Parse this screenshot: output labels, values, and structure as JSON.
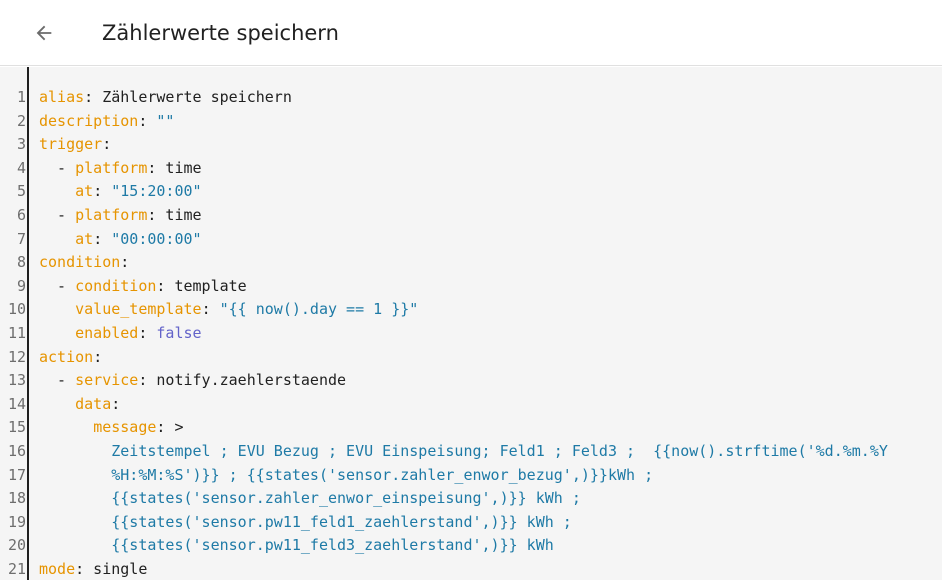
{
  "header": {
    "title": "Zählerwerte speichern",
    "back_icon": "arrow-left-icon"
  },
  "editor": {
    "lines": [
      {
        "num": "1",
        "indent": "",
        "key": "alias",
        "colon": ":",
        "value": " Zählerwerte speichern",
        "vtype": "t"
      },
      {
        "num": "2",
        "indent": "",
        "key": "description",
        "colon": ":",
        "value": " \"\"",
        "vtype": "s"
      },
      {
        "num": "3",
        "indent": "",
        "key": "trigger",
        "colon": ":",
        "value": "",
        "vtype": "t"
      },
      {
        "num": "4",
        "indent": "  - ",
        "key": "platform",
        "colon": ":",
        "value": " time",
        "vtype": "t"
      },
      {
        "num": "5",
        "indent": "    ",
        "key": "at",
        "colon": ":",
        "value": " \"15:20:00\"",
        "vtype": "s"
      },
      {
        "num": "6",
        "indent": "  - ",
        "key": "platform",
        "colon": ":",
        "value": " time",
        "vtype": "t"
      },
      {
        "num": "7",
        "indent": "    ",
        "key": "at",
        "colon": ":",
        "value": " \"00:00:00\"",
        "vtype": "s"
      },
      {
        "num": "8",
        "indent": "",
        "key": "condition",
        "colon": ":",
        "value": "",
        "vtype": "t"
      },
      {
        "num": "9",
        "indent": "  - ",
        "key": "condition",
        "colon": ":",
        "value": " template",
        "vtype": "t"
      },
      {
        "num": "10",
        "indent": "    ",
        "key": "value_template",
        "colon": ":",
        "value": " \"{{ now().day == 1 }}\"",
        "vtype": "s"
      },
      {
        "num": "11",
        "indent": "    ",
        "key": "enabled",
        "colon": ":",
        "value": " false",
        "vtype": "b"
      },
      {
        "num": "12",
        "indent": "",
        "key": "action",
        "colon": ":",
        "value": "",
        "vtype": "t"
      },
      {
        "num": "13",
        "indent": "  - ",
        "key": "service",
        "colon": ":",
        "value": " notify.zaehlerstaende",
        "vtype": "t"
      },
      {
        "num": "14",
        "indent": "    ",
        "key": "data",
        "colon": ":",
        "value": "",
        "vtype": "t"
      },
      {
        "num": "15",
        "indent": "      ",
        "key": "message",
        "colon": ":",
        "value": " >",
        "vtype": "t"
      },
      {
        "num": "16",
        "indent": "        ",
        "key": "",
        "colon": "",
        "value": "Zeitstempel ; EVU Bezug ; EVU Einspeisung; Feld1 ; Feld3 ;  {{now().strftime('%d.%m.%Y",
        "vtype": "s"
      },
      {
        "num": "17",
        "indent": "        ",
        "key": "",
        "colon": "",
        "value": "%H:%M:%S')}} ; {{states('sensor.zahler_enwor_bezug',)}}kWh ;",
        "vtype": "s"
      },
      {
        "num": "18",
        "indent": "        ",
        "key": "",
        "colon": "",
        "value": "{{states('sensor.zahler_enwor_einspeisung',)}} kWh ;",
        "vtype": "s"
      },
      {
        "num": "19",
        "indent": "        ",
        "key": "",
        "colon": "",
        "value": "{{states('sensor.pw11_feld1_zaehlerstand',)}} kWh ;",
        "vtype": "s"
      },
      {
        "num": "20",
        "indent": "        ",
        "key": "",
        "colon": "",
        "value": "{{states('sensor.pw11_feld3_zaehlerstand',)}} kWh",
        "vtype": "s"
      },
      {
        "num": "21",
        "indent": "",
        "key": "mode",
        "colon": ":",
        "value": " single",
        "vtype": "t"
      }
    ]
  }
}
